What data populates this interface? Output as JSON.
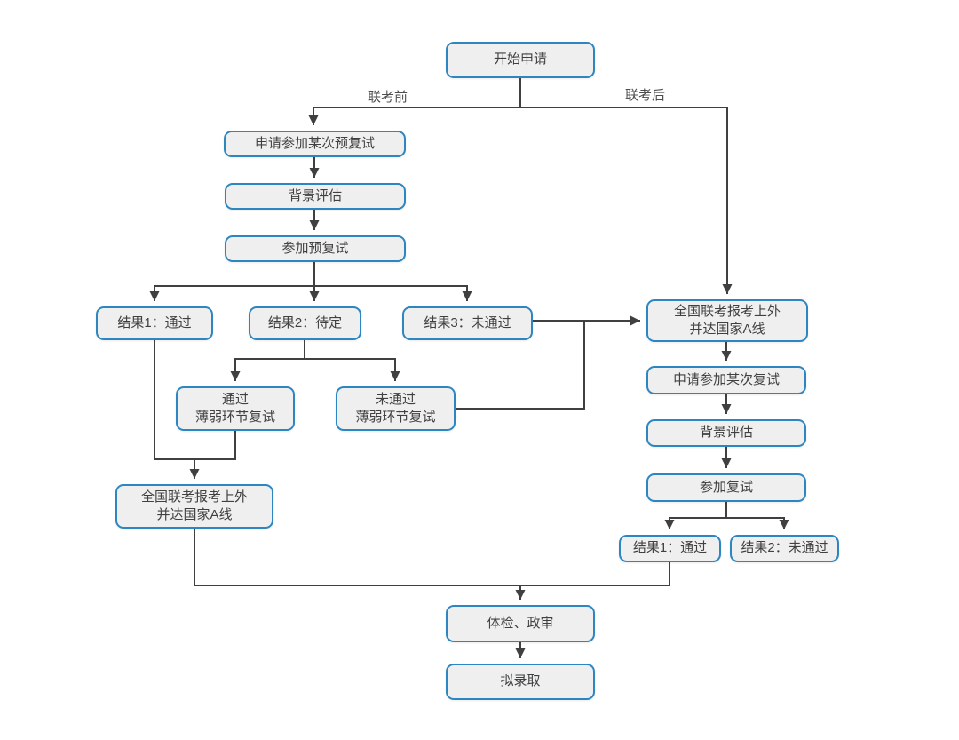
{
  "diagram": {
    "accent_color": "#2e86c1",
    "node_fill_color": "#efefef",
    "line_color": "#404040",
    "edge_labels": {
      "before_exam": "联考前",
      "after_exam": "联考后"
    },
    "nodes": {
      "start": "开始申请",
      "pre_apply": "申请参加某次预复试",
      "pre_background": "背景评估",
      "pre_interview": "参加预复试",
      "pre_result_pass": "结果1：通过",
      "pre_result_pending": "结果2：待定",
      "pre_result_fail": "结果3：未通过",
      "weak_pass": "通过\n薄弱环节复试",
      "weak_fail": "未通过\n薄弱环节复试",
      "left_national": "全国联考报考上外\n并达国家A线",
      "right_national": "全国联考报考上外\n并达国家A线",
      "right_apply": "申请参加某次复试",
      "right_background": "背景评估",
      "right_interview": "参加复试",
      "right_result_pass": "结果1：通过",
      "right_result_fail": "结果2：未通过",
      "health_check": "体检、政审",
      "admission": "拟录取"
    }
  }
}
